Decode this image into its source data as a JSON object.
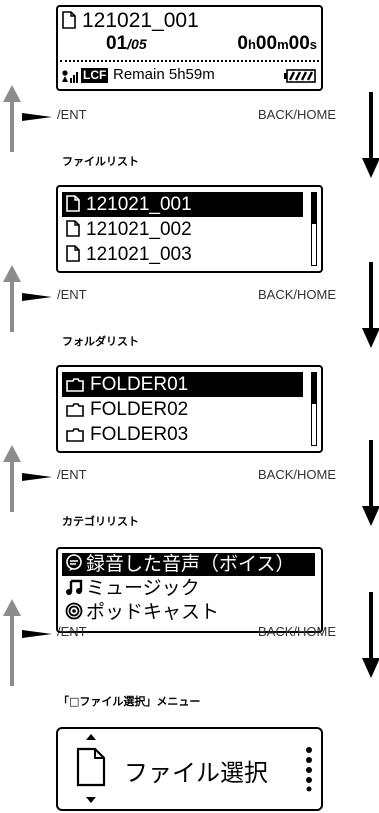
{
  "player": {
    "filename": "121021_001",
    "track": "01",
    "total": "/05",
    "time_h": "0",
    "time_h_unit": "h",
    "time_m": "00",
    "time_m_unit": "m",
    "time_s": "00",
    "time_s_unit": "s",
    "media": "LCF",
    "remain": "Remain 5h59m"
  },
  "nav": {
    "ent": "/ENT",
    "back": "BACK/HOME"
  },
  "sections": {
    "file_list": "ファイルリスト",
    "folder_list": "フォルダリスト",
    "category_list": "カテゴリリスト",
    "file_select_menu": "「□ファイル選択」メニュー"
  },
  "file_list": [
    "121021_001",
    "121021_002",
    "121021_003"
  ],
  "folder_list": [
    "FOLDER01",
    "FOLDER02",
    "FOLDER03"
  ],
  "category_list": [
    "録音した音声（ボイス）",
    "ミュージック",
    "ポッドキャスト"
  ],
  "menu": {
    "label": "ファイル選択"
  }
}
